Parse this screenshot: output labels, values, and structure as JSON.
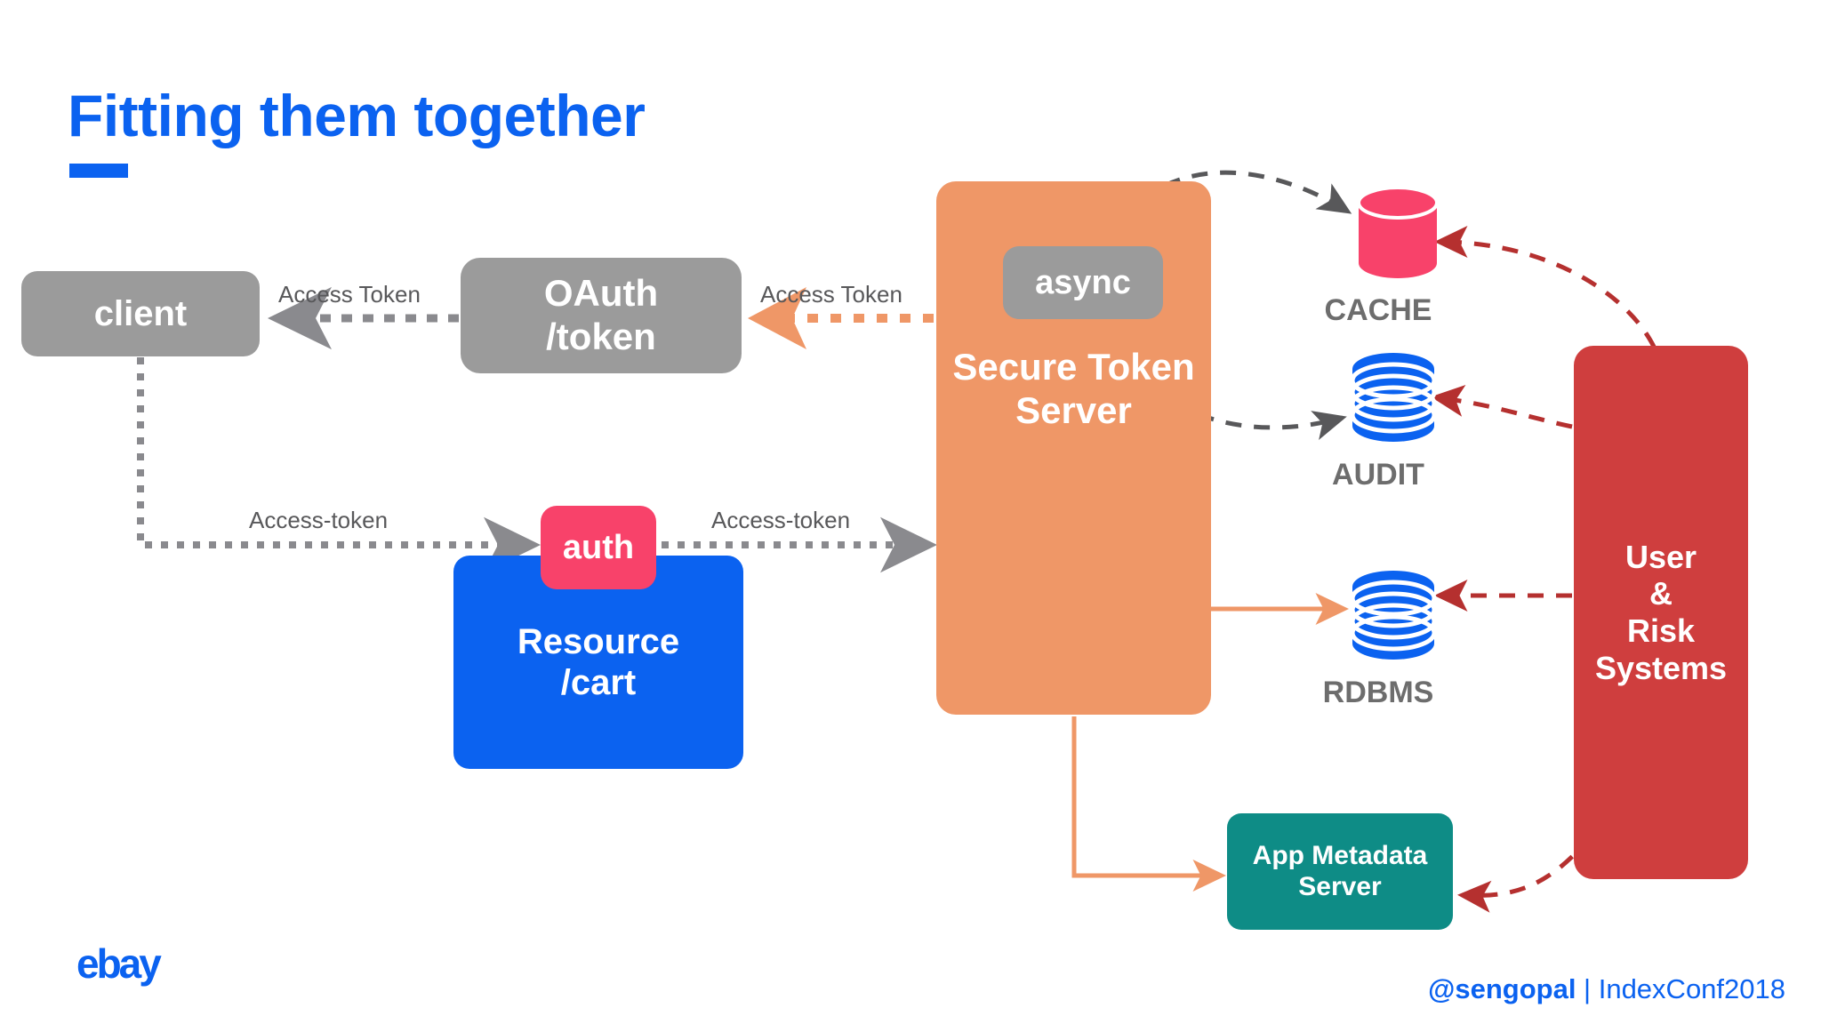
{
  "slide": {
    "title": "Fitting them together",
    "background": "#ffffff",
    "accent_color": "#0b62f0"
  },
  "nodes": {
    "client": {
      "label": "client",
      "color": "#9b9b9b"
    },
    "oauth": {
      "line1": "OAuth",
      "line2": "/token",
      "color": "#9b9b9b"
    },
    "auth": {
      "label": "auth",
      "color": "#f8426a"
    },
    "resource": {
      "line1": "Resource",
      "line2": "/cart",
      "color": "#0b62f0"
    },
    "sts": {
      "line1": "Secure Token",
      "line2": "Server",
      "color": "#ef9767"
    },
    "async": {
      "label": "async",
      "color": "#9b9b9b"
    },
    "appmeta": {
      "line1": "App Metadata",
      "line2": "Server",
      "color": "#0e8c86"
    },
    "userrisk": {
      "line1": "User",
      "line2": "&",
      "line3": "Risk",
      "line4": "Systems",
      "color": "#cf3e3e"
    }
  },
  "datastores": [
    {
      "name": "CACHE",
      "style": "single-cylinder",
      "color": "#f8426a"
    },
    {
      "name": "AUDIT",
      "style": "stacked-cylinder",
      "color": "#0b62f0"
    },
    {
      "name": "RDBMS",
      "style": "stacked-cylinder",
      "color": "#0b62f0"
    }
  ],
  "edge_labels": {
    "oauth_to_client": "Access Token",
    "sts_to_oauth": "Access Token",
    "client_to_auth": "Access-token",
    "auth_to_sts": "Access-token"
  },
  "edge_colors": {
    "gray_dotted": "#8a8a8e",
    "orange_dotted": "#ef9767",
    "orange_solid": "#ef9767",
    "gray_dashed": "#58585a",
    "red_dashed": "#b5302f"
  },
  "footer": {
    "logo": "ebay",
    "handle": "@sengopal",
    "conference": " | IndexConf2018"
  }
}
